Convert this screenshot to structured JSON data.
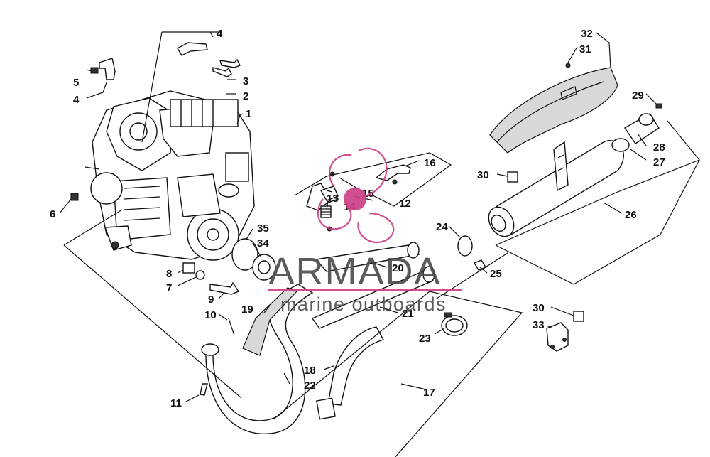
{
  "diagram": {
    "callouts": [
      "1",
      "2",
      "3",
      "4",
      "4",
      "5",
      "6",
      "7",
      "8",
      "9",
      "10",
      "11",
      "12",
      "13",
      "14",
      "15",
      "16",
      "17",
      "18",
      "19",
      "20",
      "21",
      "22",
      "23",
      "24",
      "25",
      "26",
      "27",
      "28",
      "29",
      "30",
      "30",
      "31",
      "32",
      "33",
      "34",
      "35"
    ]
  },
  "watermark": {
    "brand": "ARMADA",
    "subtitle": "marine outboards",
    "brand_color": "#4a4a4a",
    "accent_color": "#cc3d86"
  }
}
